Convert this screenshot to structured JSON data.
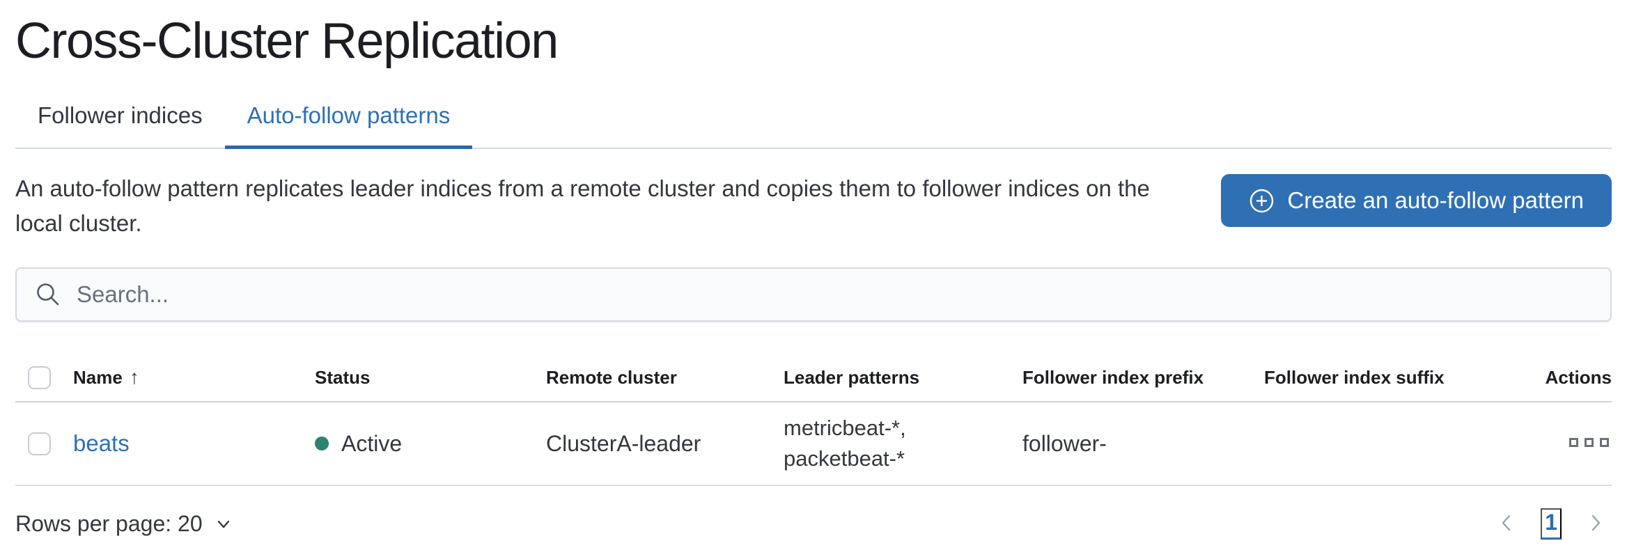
{
  "page": {
    "title": "Cross-Cluster Replication"
  },
  "tabs": [
    {
      "label": "Follower indices",
      "active": false
    },
    {
      "label": "Auto-follow patterns",
      "active": true
    }
  ],
  "description": "An auto-follow pattern replicates leader indices from a remote cluster and copies them to follower indices on the local cluster.",
  "create_button": {
    "label": "Create an auto-follow pattern",
    "icon": "plus-in-circle-icon"
  },
  "search": {
    "placeholder": "Search...",
    "value": "",
    "icon": "search-icon"
  },
  "table": {
    "columns": [
      "Name",
      "Status",
      "Remote cluster",
      "Leader patterns",
      "Follower index prefix",
      "Follower index suffix",
      "Actions"
    ],
    "sort": {
      "column": "Name",
      "direction": "ascending",
      "glyph": "↑"
    },
    "rows": [
      {
        "name": "beats",
        "status": "Active",
        "remote_cluster": "ClusterA-leader",
        "leader_patterns": "metricbeat-*, packetbeat-*",
        "leader_patterns_lines": [
          "metricbeat-*,",
          "packetbeat-*"
        ],
        "follower_index_prefix": "follower-",
        "follower_index_suffix": ""
      }
    ]
  },
  "pagination": {
    "rows_per_page_label": "Rows per page: 20",
    "current_page": "1"
  },
  "colors": {
    "accent": "#2e70b6",
    "button": "#2f70b5",
    "status_active": "#2f8172",
    "border": "#d3dae6",
    "text": "#343741",
    "muted": "#69707d"
  }
}
